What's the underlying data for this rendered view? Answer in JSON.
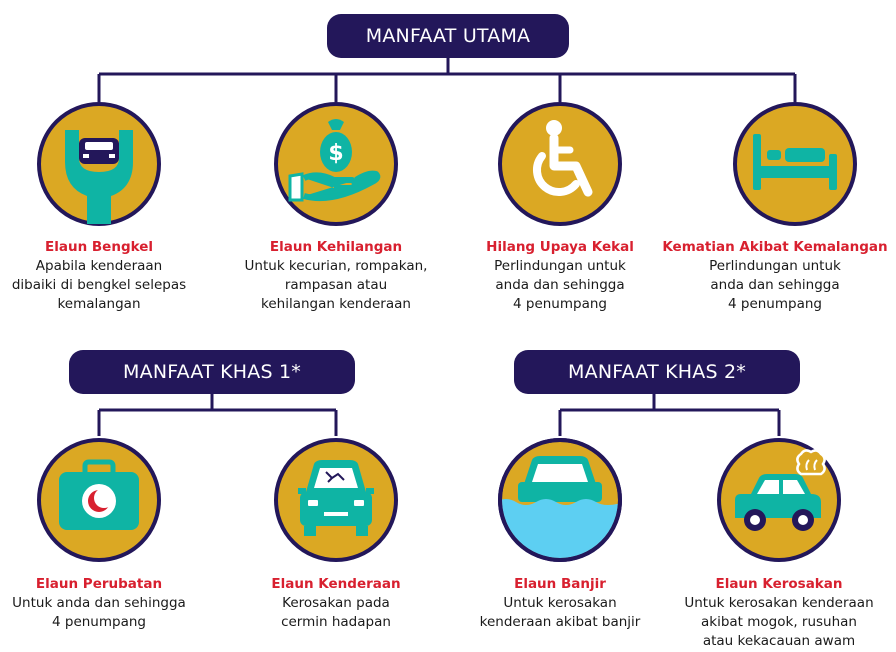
{
  "colors": {
    "navy": "#23175a",
    "gold": "#dba823",
    "teal": "#0fb4a4",
    "red": "#d8202f",
    "water": "#5dcff2"
  },
  "headers": {
    "utama": "MANFAAT UTAMA",
    "khas1": "MANFAAT KHAS 1*",
    "khas2": "MANFAAT KHAS 2*"
  },
  "benefits": [
    {
      "icon": "car-repair-icon",
      "title": "Elaun Bengkel",
      "desc": "Apabila kenderaan\ndibaiki di bengkel selepas\nkemalangan"
    },
    {
      "icon": "money-bag-hand-icon",
      "title": "Elaun Kehilangan",
      "desc": "Untuk kecurian, rompakan,\nrampasan atau\nkehilangan kenderaan"
    },
    {
      "icon": "wheelchair-icon",
      "title": "Hilang Upaya Kekal",
      "desc": "Perlindungan untuk\nanda dan sehingga\n4 penumpang"
    },
    {
      "icon": "bed-icon",
      "title": "Kematian Akibat Kemalangan",
      "desc": "Perlindungan untuk\nanda dan sehingga\n4 penumpang"
    },
    {
      "icon": "medical-kit-icon",
      "title": "Elaun Perubatan",
      "desc": "Untuk anda dan sehingga\n4 penumpang"
    },
    {
      "icon": "cracked-windscreen-car-icon",
      "title": "Elaun Kenderaan",
      "desc": "Kerosakan pada\ncermin hadapan"
    },
    {
      "icon": "flooded-car-icon",
      "title": "Elaun Banjir",
      "desc": "Untuk kerosakan\nkenderaan akibat banjir"
    },
    {
      "icon": "damaged-car-smoke-icon",
      "title": "Elaun Kerosakan",
      "desc": "Untuk kerosakan kenderaan\nakibat mogok, rusuhan\natau kekacauan awam"
    }
  ]
}
